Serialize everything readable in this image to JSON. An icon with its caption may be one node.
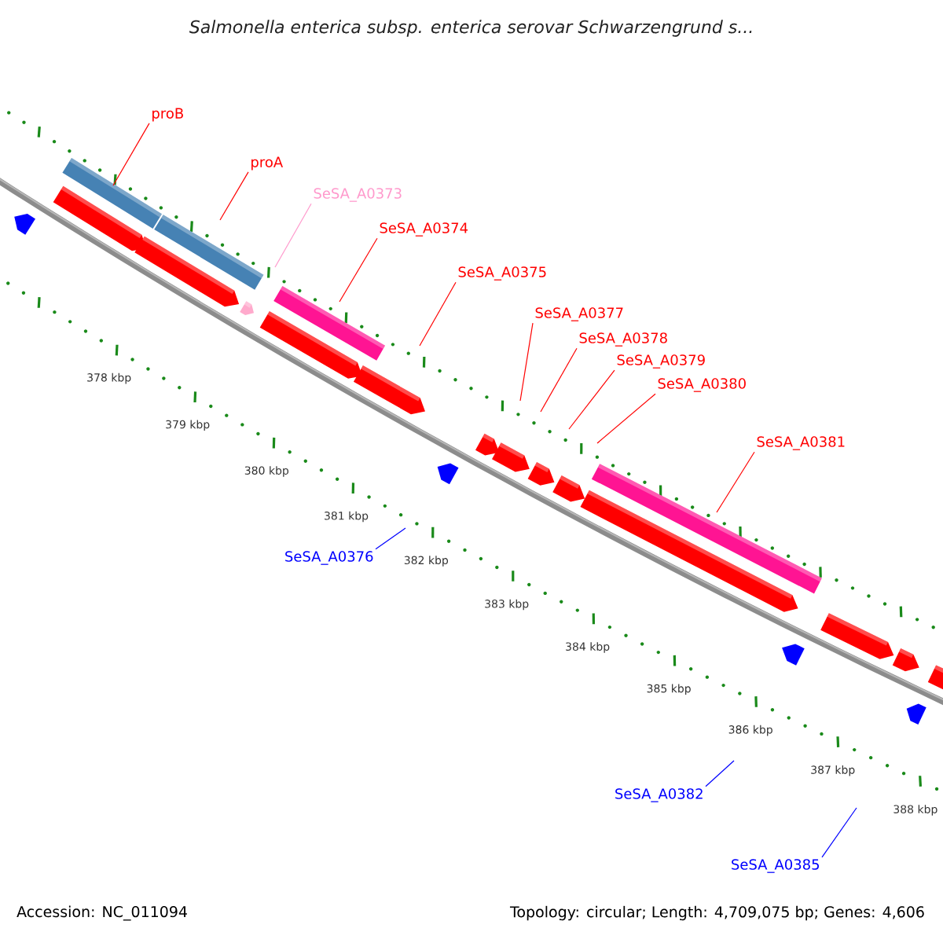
{
  "diagram": {
    "title": "Salmonella enterica subsp. enterica serovar Schwarzengrund s...",
    "nodes": [
      {
        "text": [
          "proB"
        ]
      },
      {
        "text": [
          "proA"
        ]
      },
      {
        "text": [
          "SeSA_A0373"
        ]
      },
      {
        "text": [
          "SeSA_A0374"
        ]
      },
      {
        "text": [
          "SeSA_A0375"
        ]
      },
      {
        "text": [
          "SeSA_A0377"
        ]
      },
      {
        "text": [
          "SeSA_A0378"
        ]
      },
      {
        "text": [
          "SeSA_A0379"
        ]
      },
      {
        "text": [
          "SeSA_A0380"
        ]
      },
      {
        "text": [
          "SeSA_A0381"
        ]
      },
      {
        "text": [
          "SeSA_A0376"
        ]
      },
      {
        "text": [
          "SeSA_A0382"
        ]
      },
      {
        "text": [
          "SeSA_A0385"
        ]
      }
    ],
    "edges": [
      {
        "from": 0,
        "to": null,
        "arrow": "none"
      },
      {
        "from": 1,
        "to": null,
        "arrow": "none"
      },
      {
        "from": 2,
        "to": null,
        "arrow": "none",
        "color": "#ff99cc"
      },
      {
        "from": 3,
        "to": null,
        "arrow": "none"
      },
      {
        "from": 4,
        "to": null,
        "arrow": "none"
      },
      {
        "from": 5,
        "to": null,
        "arrow": "none"
      },
      {
        "from": 6,
        "to": null,
        "arrow": "none"
      },
      {
        "from": 7,
        "to": null,
        "arrow": "none"
      },
      {
        "from": 8,
        "to": null,
        "arrow": "none"
      },
      {
        "from": 9,
        "to": null,
        "arrow": "none"
      },
      {
        "from": 10,
        "to": null,
        "arrow": "none",
        "color": "#0000ff"
      },
      {
        "from": 11,
        "to": null,
        "arrow": "none",
        "color": "#0000ff"
      },
      {
        "from": 12,
        "to": null,
        "arrow": "none",
        "color": "#0000ff"
      }
    ],
    "labels": [
      "378 kbp",
      "379 kbp",
      "380 kbp",
      "381 kbp",
      "382 kbp",
      "383 kbp",
      "384 kbp",
      "385 kbp",
      "386 kbp",
      "387 kbp",
      "388 kbp",
      "Accession: NC_011094",
      "Topology: circular; Length: 4,709,075 bp; Genes: 4,606"
    ]
  }
}
